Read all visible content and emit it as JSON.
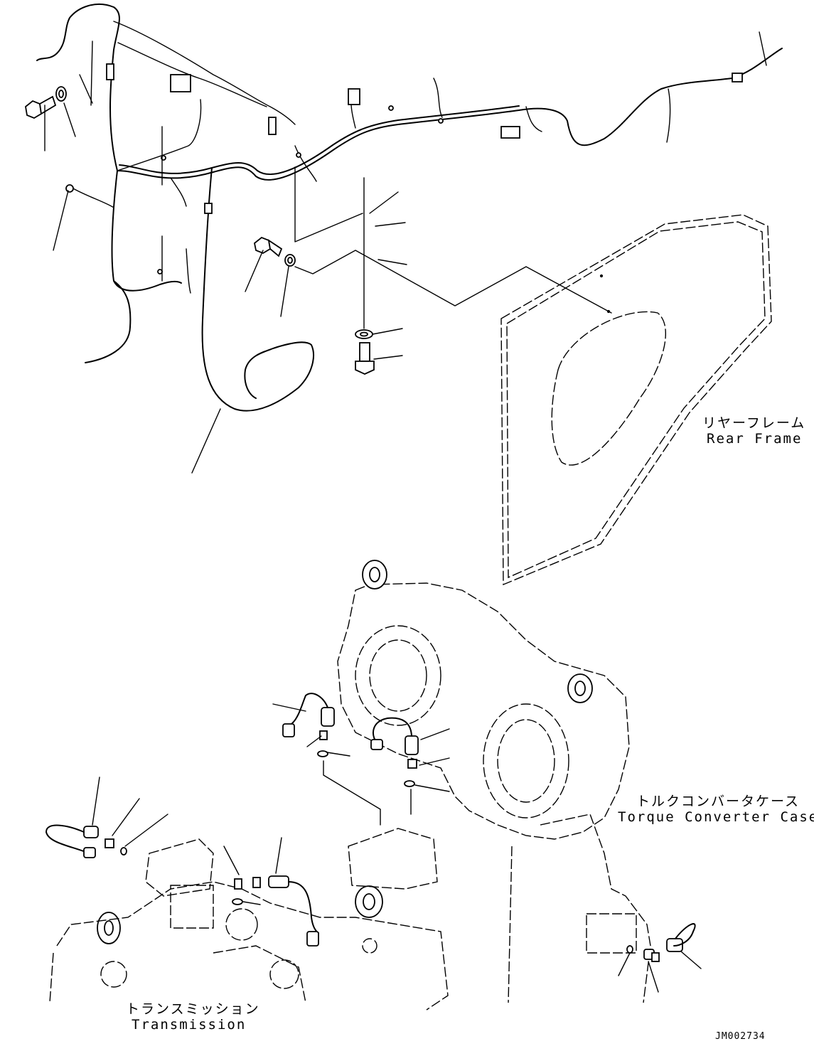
{
  "drawing_code": "JM002734",
  "labels": {
    "rear_frame_jp": "リヤーフレーム",
    "rear_frame_en": "Rear Frame",
    "torque_converter_jp": "トルクコンバータケース",
    "torque_converter_en": "Torque Converter Case",
    "transmission_jp": "トランスミッション",
    "transmission_en": "Transmission"
  },
  "icons": [
    "bolt-icon",
    "washer-icon",
    "sensor-icon",
    "connector-icon",
    "lifting-eye-icon"
  ]
}
